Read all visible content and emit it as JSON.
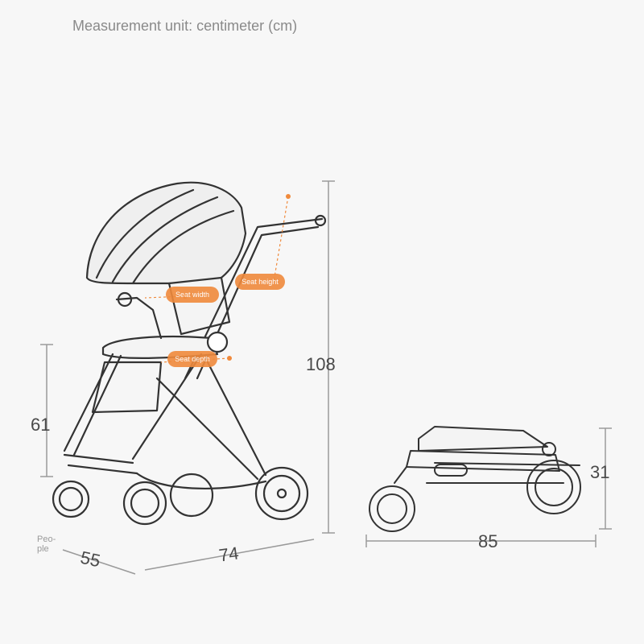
{
  "heading": "Measurement unit: centimeter (cm)",
  "dimensions": {
    "height_total": "108",
    "seat_height": "61",
    "width": "55",
    "length": "74",
    "folded_length": "85",
    "folded_height": "31"
  },
  "small_label": "Peo-\nple",
  "tags": {
    "seat_width": "Seat width",
    "seat_height": "Seat height",
    "seat_depth": "Seat depth"
  },
  "colors": {
    "accent": "#f08a3c",
    "line": "#333333",
    "dimline": "#9a9a9a"
  }
}
